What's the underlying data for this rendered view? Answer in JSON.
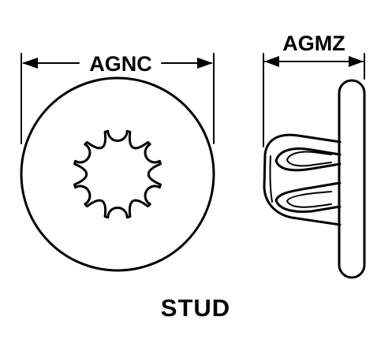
{
  "diagram": {
    "title": "STUD",
    "dimensions": {
      "front_width_label": "AGNC",
      "side_width_label": "AGMZ"
    },
    "colors": {
      "ink": "#000000",
      "background": "#ffffff"
    }
  }
}
